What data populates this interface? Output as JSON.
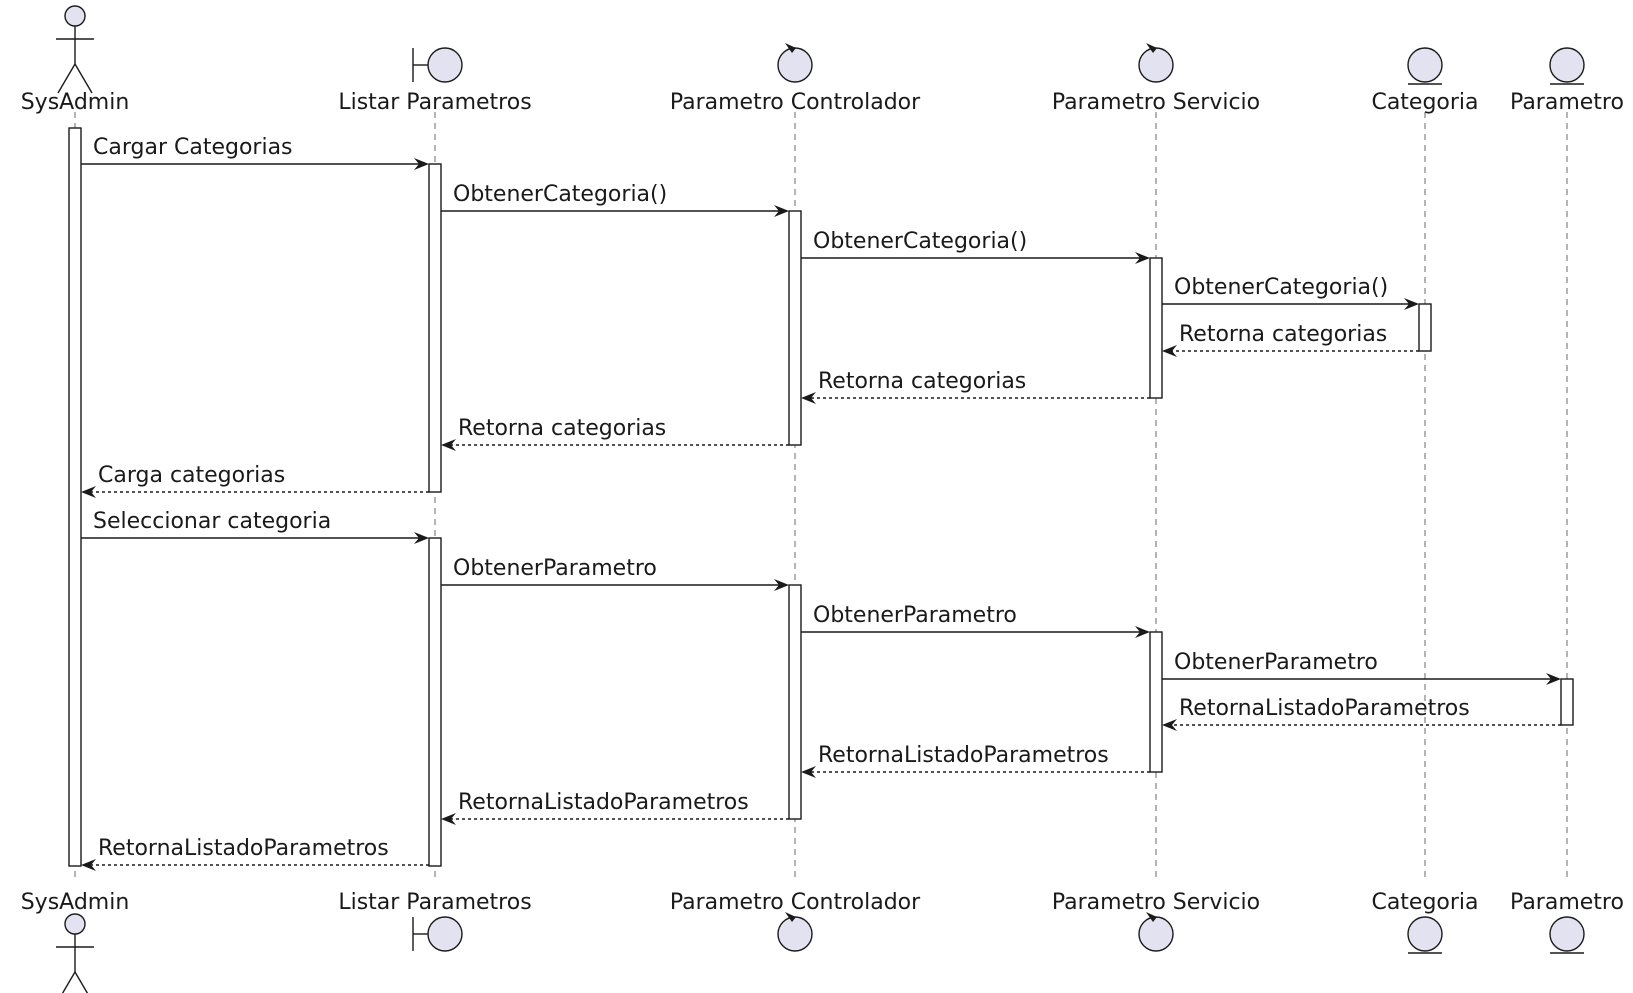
{
  "participants": [
    {
      "id": "sysadmin",
      "label": "SysAdmin",
      "kind": "actor"
    },
    {
      "id": "listar",
      "label": "Listar Parametros",
      "kind": "boundary"
    },
    {
      "id": "controlador",
      "label": "Parametro Controlador",
      "kind": "control"
    },
    {
      "id": "servicio",
      "label": "Parametro Servicio",
      "kind": "control"
    },
    {
      "id": "categoria",
      "label": "Categoria",
      "kind": "entity"
    },
    {
      "id": "parametro",
      "label": "Parametro",
      "kind": "entity"
    }
  ],
  "messages": [
    {
      "from": "sysadmin",
      "to": "listar",
      "label": "Cargar Categorias",
      "kind": "call"
    },
    {
      "from": "listar",
      "to": "controlador",
      "label": "ObtenerCategoria()",
      "kind": "call"
    },
    {
      "from": "controlador",
      "to": "servicio",
      "label": "ObtenerCategoria()",
      "kind": "call"
    },
    {
      "from": "servicio",
      "to": "categoria",
      "label": "ObtenerCategoria()",
      "kind": "call"
    },
    {
      "from": "categoria",
      "to": "servicio",
      "label": "Retorna categorias",
      "kind": "return"
    },
    {
      "from": "servicio",
      "to": "controlador",
      "label": "Retorna categorias",
      "kind": "return"
    },
    {
      "from": "controlador",
      "to": "listar",
      "label": "Retorna categorias",
      "kind": "return"
    },
    {
      "from": "listar",
      "to": "sysadmin",
      "label": "Carga categorias",
      "kind": "return"
    },
    {
      "from": "sysadmin",
      "to": "listar",
      "label": "Seleccionar categoria",
      "kind": "call"
    },
    {
      "from": "listar",
      "to": "controlador",
      "label": "ObtenerParametro",
      "kind": "call"
    },
    {
      "from": "controlador",
      "to": "servicio",
      "label": "ObtenerParametro",
      "kind": "call"
    },
    {
      "from": "servicio",
      "to": "parametro",
      "label": "ObtenerParametro",
      "kind": "call"
    },
    {
      "from": "parametro",
      "to": "servicio",
      "label": "RetornaListadoParametros",
      "kind": "return"
    },
    {
      "from": "servicio",
      "to": "controlador",
      "label": "RetornaListadoParametros",
      "kind": "return"
    },
    {
      "from": "controlador",
      "to": "listar",
      "label": "RetornaListadoParametros",
      "kind": "return"
    },
    {
      "from": "listar",
      "to": "sysadmin",
      "label": "RetornaListadoParametros",
      "kind": "return"
    }
  ],
  "colors": {
    "participant_fill": "#e2e2f0",
    "line": "#1a1a1a",
    "lifeline": "#8c8c8c"
  }
}
